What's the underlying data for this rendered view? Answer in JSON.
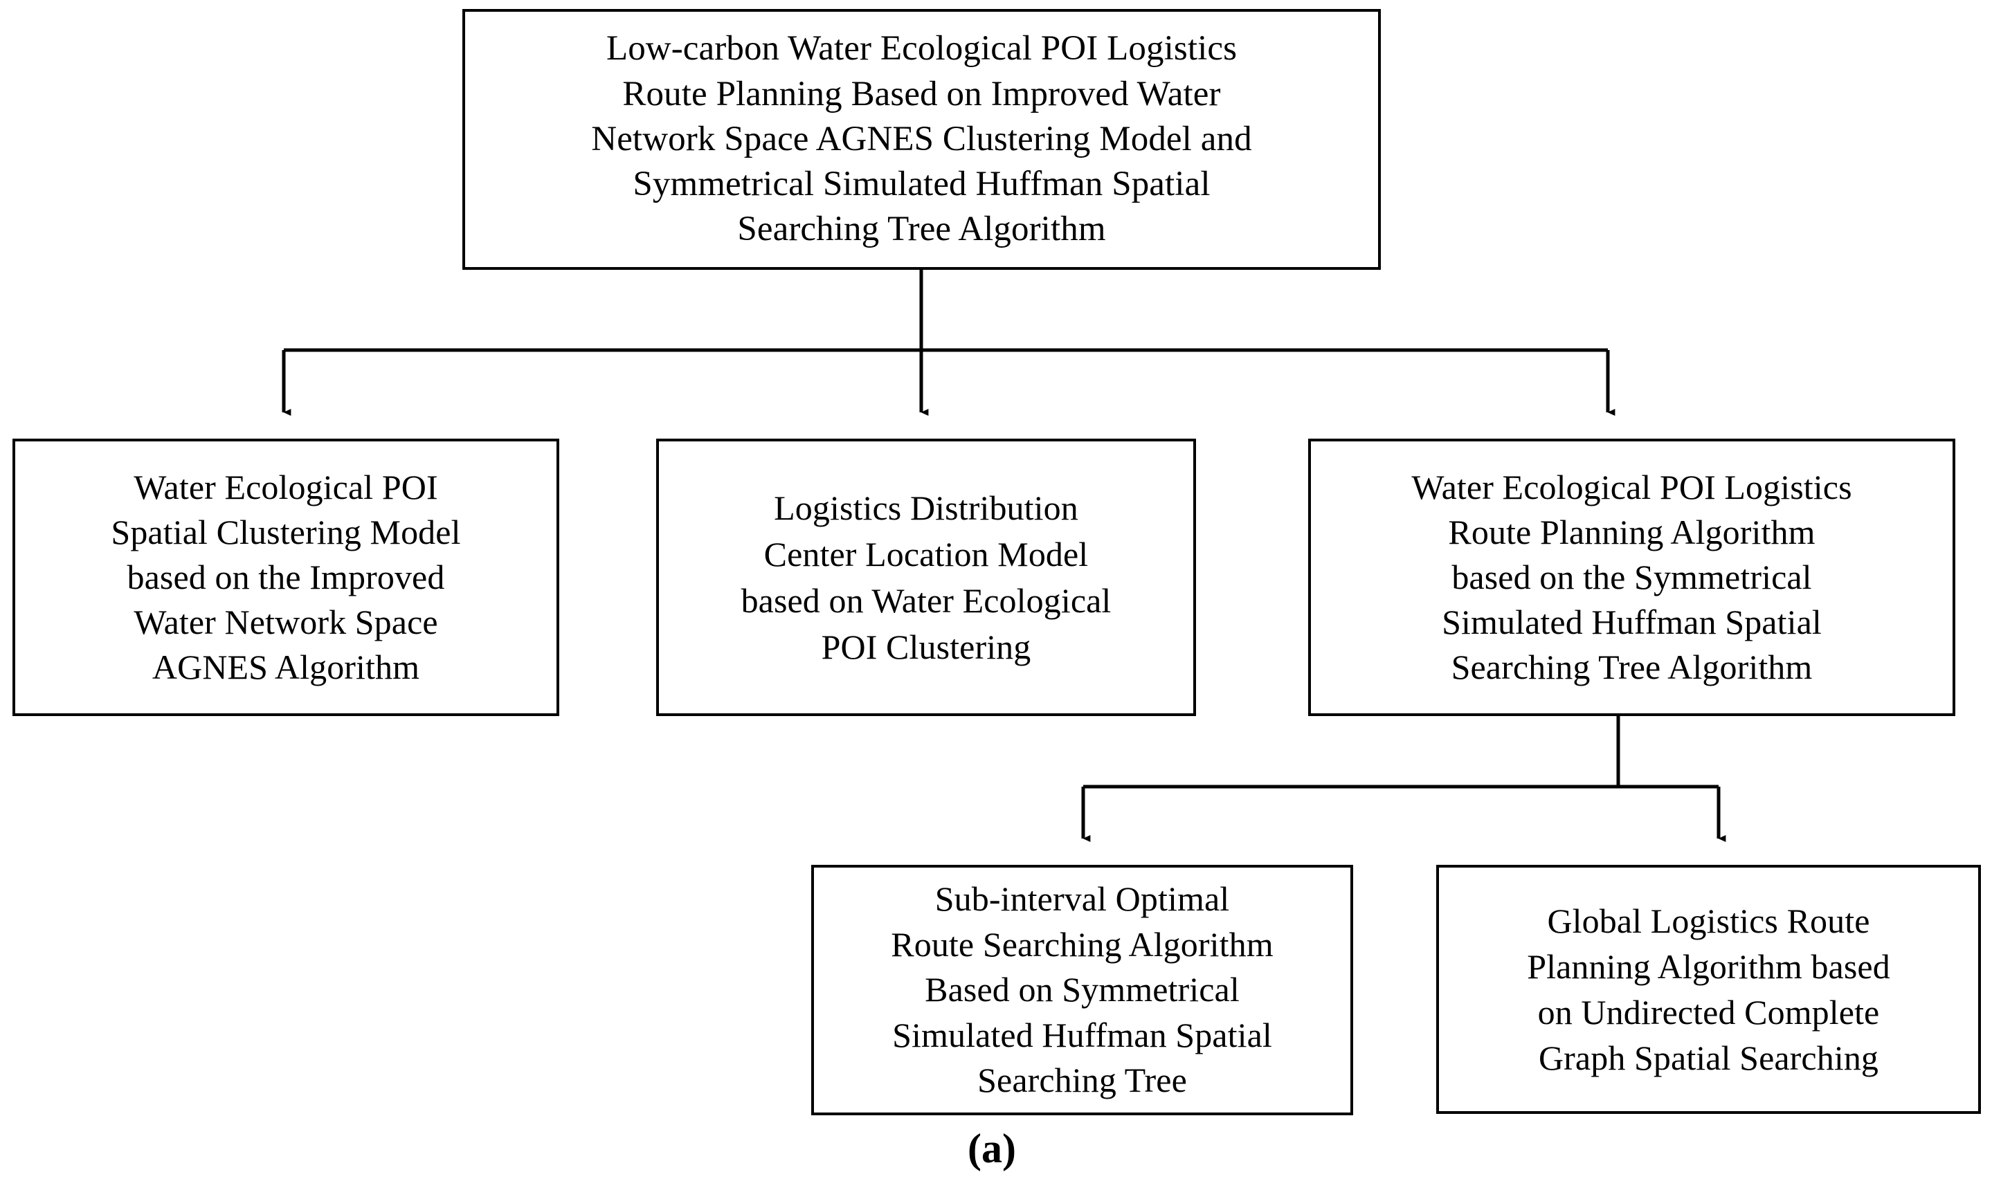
{
  "figure": {
    "caption": "(a)",
    "line_color": "#000000",
    "box_fill": "#ffffff",
    "text_color": "#000000",
    "background": "#ffffff"
  },
  "nodes": {
    "root": {
      "id": "root",
      "text": "Low-carbon Water Ecological POI Logistics\nRoute Planning Based on Improved Water\nNetwork Space AGNES Clustering Model and\nSymmetrical Simulated Huffman Spatial\nSearching Tree Algorithm"
    },
    "left": {
      "id": "left",
      "text": "Water Ecological POI\nSpatial Clustering Model\nbased on the Improved\nWater Network Space\nAGNES Algorithm"
    },
    "middle": {
      "id": "middle",
      "text": "Logistics Distribution\nCenter Location Model\nbased on Water Ecological\nPOI Clustering"
    },
    "right": {
      "id": "right",
      "text": "Water Ecological POI Logistics\nRoute Planning Algorithm\nbased on the Symmetrical\nSimulated Huffman Spatial\nSearching Tree Algorithm"
    },
    "sub_left": {
      "id": "sub_left",
      "text": "Sub-interval Optimal\nRoute Searching Algorithm\nBased on Symmetrical\nSimulated Huffman Spatial\nSearching Tree"
    },
    "sub_right": {
      "id": "sub_right",
      "text": "Global Logistics Route\nPlanning Algorithm based\non Undirected Complete\nGraph Spatial Searching"
    }
  },
  "edges": [
    {
      "from": "root",
      "to": "left",
      "style": "orthogonal-arrow"
    },
    {
      "from": "root",
      "to": "middle",
      "style": "orthogonal-arrow"
    },
    {
      "from": "root",
      "to": "right",
      "style": "orthogonal-arrow"
    },
    {
      "from": "right",
      "to": "sub_left",
      "style": "orthogonal-arrow"
    },
    {
      "from": "right",
      "to": "sub_right",
      "style": "orthogonal-arrow"
    }
  ]
}
